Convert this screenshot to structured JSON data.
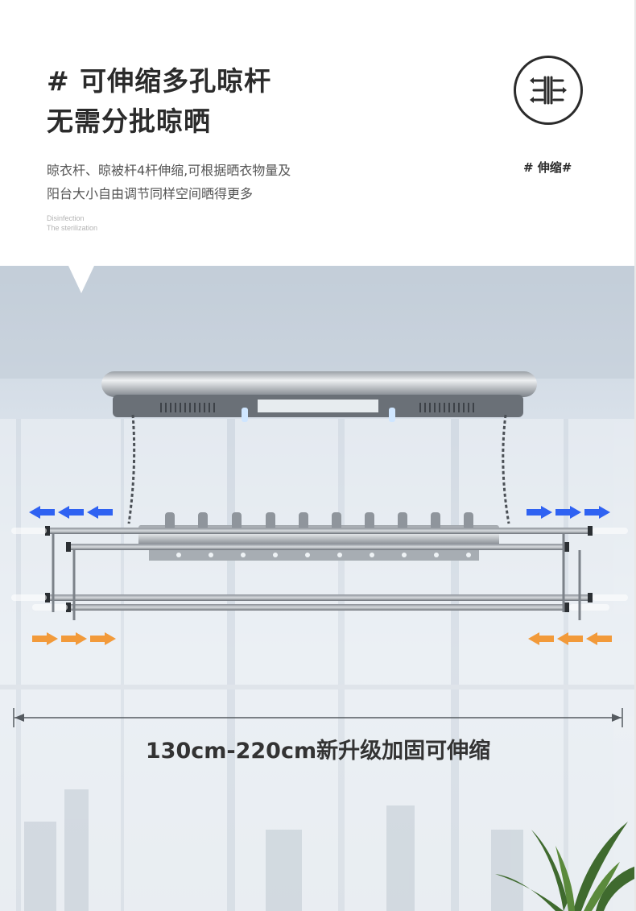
{
  "header": {
    "title_line1": "# 可伸缩多孔晾杆",
    "title_line2": "无需分批晾晒",
    "description_line1": "晾衣杆、晾被杆4杆伸缩,可根据晒衣物量及",
    "description_line2": "阳台大小自由调节同样空间晒得更多",
    "english_line1": "Disinfection",
    "english_line2": "The sterilization",
    "tag": "# 伸缩#"
  },
  "feature_icon": "retractable-icon",
  "photo": {
    "caption": "130cm-220cm新升级加固可伸缩",
    "arrow_colors": {
      "blue": "#2f62f2",
      "orange": "#f29a3a"
    }
  }
}
